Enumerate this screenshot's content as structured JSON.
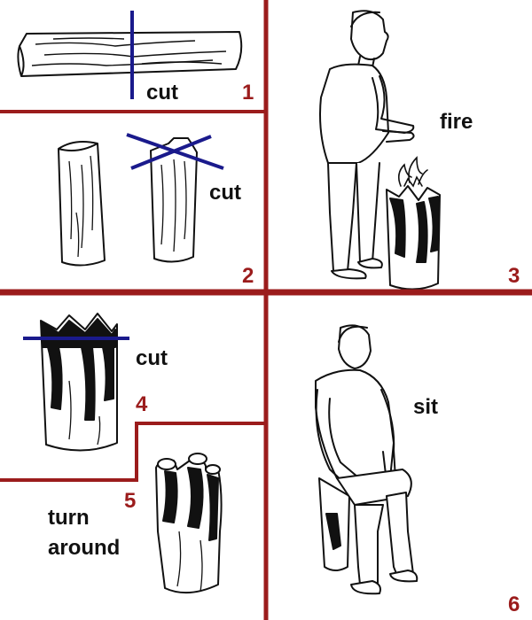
{
  "colors": {
    "divider": "#9b1c1c",
    "cut_line": "#1a1a8c",
    "number": "#9b1c1c",
    "ink": "#111111",
    "char": "#111111"
  },
  "steps": [
    {
      "number": "1",
      "label": "cut"
    },
    {
      "number": "2",
      "label": "cut"
    },
    {
      "number": "3",
      "label": "fire"
    },
    {
      "number": "4",
      "label": "cut"
    },
    {
      "number": "5",
      "label_line1": "turn",
      "label_line2": "around"
    },
    {
      "number": "6",
      "label": "sit"
    }
  ]
}
